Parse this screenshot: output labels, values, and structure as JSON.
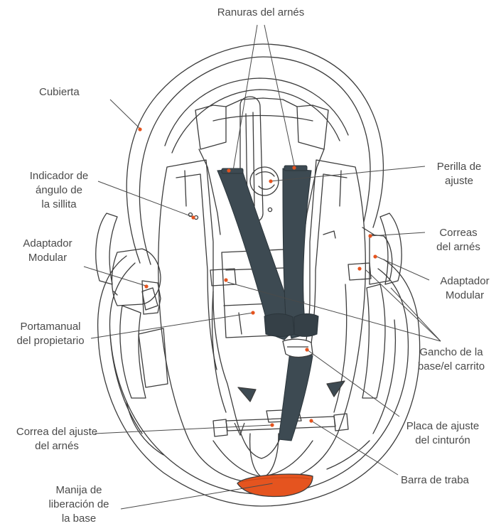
{
  "colors": {
    "outline": "#3c3c3c",
    "strap": "#3d4a52",
    "accent": "#e5541f",
    "label": "#4a4a4a"
  },
  "labels": {
    "harness_slots": "Ranuras del arnés",
    "canopy": "Cubierta",
    "angle_indicator": [
      "Indicador de",
      "ángulo de",
      "la sillita"
    ],
    "modular_adapter_left": [
      "Adaptador",
      "Modular"
    ],
    "manual_holder": [
      "Portamanual",
      "del propietario"
    ],
    "harness_adjust_strap": [
      "Correa del ajuste",
      "del arnés"
    ],
    "base_release_handle": [
      "Manija de",
      "liberación de",
      "la base"
    ],
    "adjust_knob": [
      "Perilla de",
      "ajuste"
    ],
    "harness_straps": [
      "Correas",
      "del arnés"
    ],
    "modular_adapter_right": [
      "Adaptador",
      "Modular"
    ],
    "base_hook": [
      "Gancho de la",
      "base/el carrito"
    ],
    "belt_adjust_plate": [
      "Placa de ajuste",
      "del cinturón"
    ],
    "lock_bar": "Barra de traba"
  }
}
